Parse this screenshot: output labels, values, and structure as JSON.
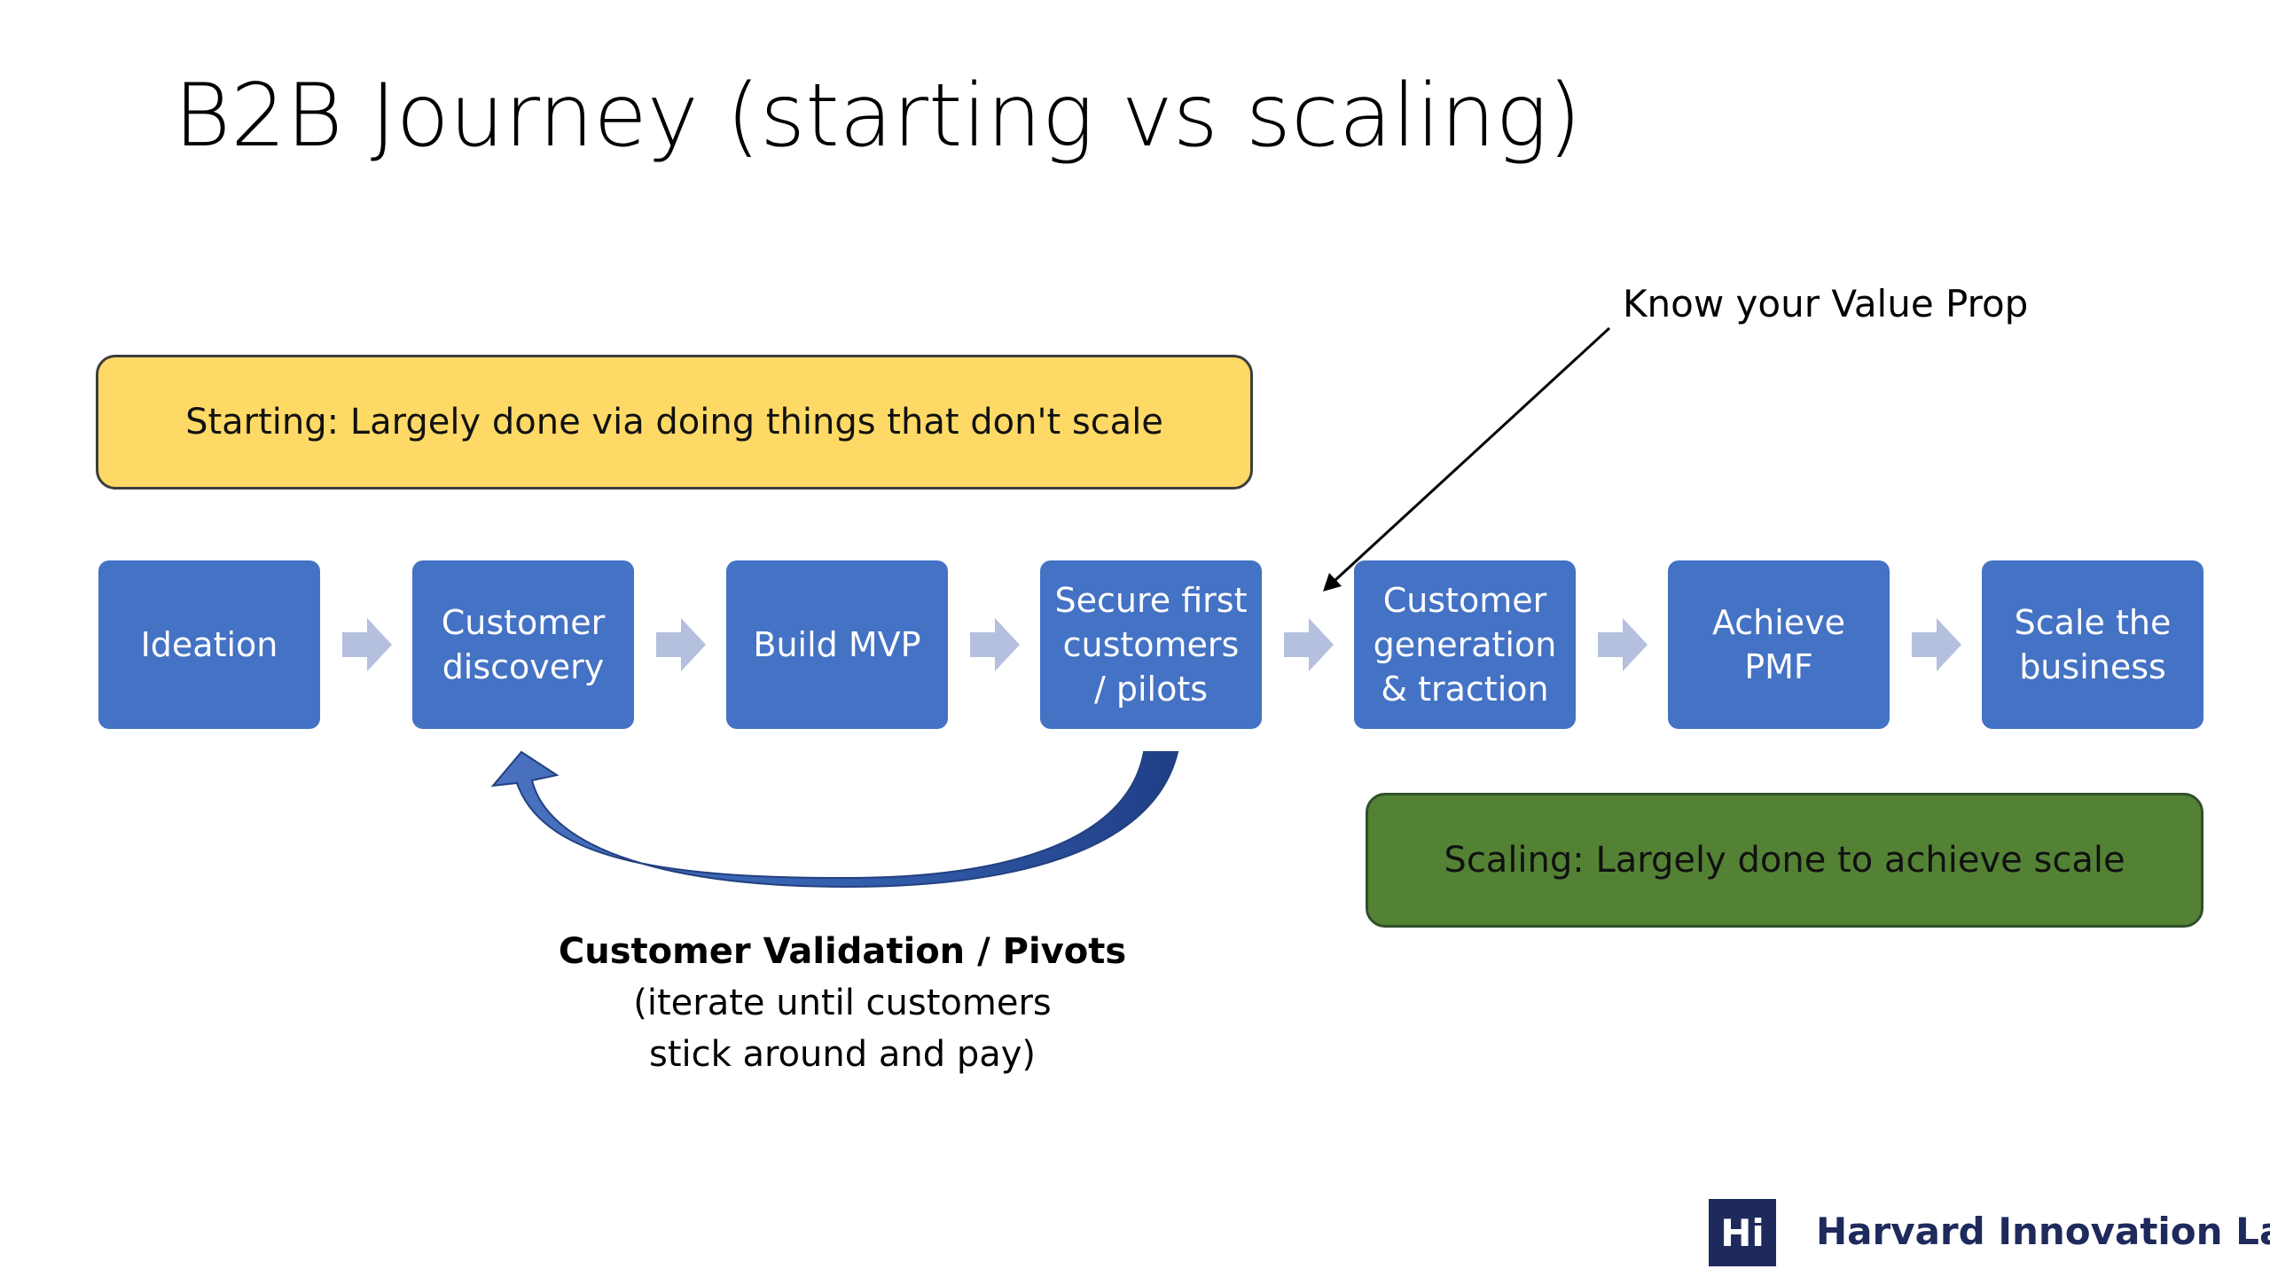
{
  "title": "B2B Journey (starting vs scaling)",
  "starting_banner": "Starting: Largely done via doing things that don't scale",
  "scaling_banner": "Scaling: Largely done to achieve scale",
  "annotation": "Know your Value Prop",
  "steps": [
    {
      "label": "Ideation"
    },
    {
      "label": "Customer\ndiscovery"
    },
    {
      "label": "Build MVP"
    },
    {
      "label": "Secure first\ncustomers\n/ pilots"
    },
    {
      "label": "Customer\ngeneration\n& traction"
    },
    {
      "label": "Achieve\nPMF"
    },
    {
      "label": "Scale the\nbusiness"
    }
  ],
  "validation": {
    "title": "Customer Validation / Pivots",
    "subtitle": "(iterate until customers\nstick around and pay)"
  },
  "logo": {
    "mark": "Hi",
    "name": "Harvard Innovation Labs"
  },
  "colors": {
    "step_fill": "#4472c4",
    "starting_fill": "#ffd966",
    "scaling_fill": "#548235",
    "chevron_fill": "#b4c0de",
    "logo_navy": "#1f2a5c"
  }
}
